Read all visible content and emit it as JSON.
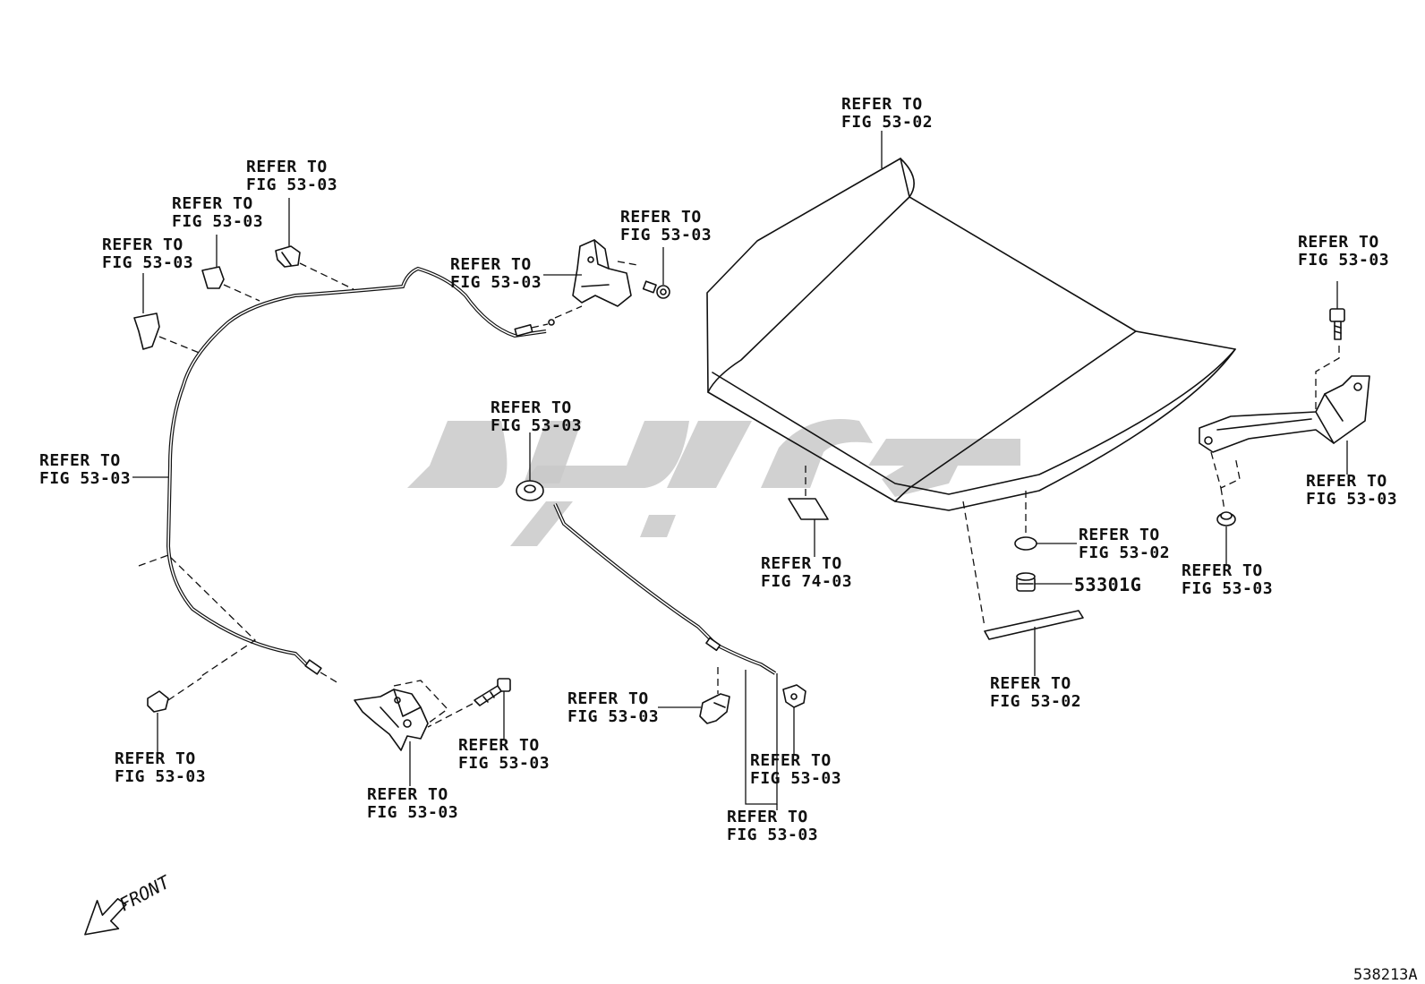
{
  "labels": [
    {
      "id": "hood-top",
      "l1": "REFER TO",
      "l2": "FIG 53-02"
    },
    {
      "id": "clip-a",
      "l1": "REFER TO",
      "l2": "FIG 53-03"
    },
    {
      "id": "clip-b",
      "l1": "REFER TO",
      "l2": "FIG 53-03"
    },
    {
      "id": "clip-c",
      "l1": "REFER TO",
      "l2": "FIG 53-03"
    },
    {
      "id": "bracket-top",
      "l1": "REFER TO",
      "l2": "FIG 53-03"
    },
    {
      "id": "bolt-top",
      "l1": "REFER TO",
      "l2": "FIG 53-03"
    },
    {
      "id": "cable-side",
      "l1": "REFER TO",
      "l2": "FIG 53-03"
    },
    {
      "id": "washer",
      "l1": "REFER TO",
      "l2": "FIG 53-03"
    },
    {
      "id": "clip-bottom",
      "l1": "REFER TO",
      "l2": "FIG 53-03"
    },
    {
      "id": "lock-bottom",
      "l1": "REFER TO",
      "l2": "FIG 53-03"
    },
    {
      "id": "bolt-bottom",
      "l1": "REFER TO",
      "l2": "FIG 53-03"
    },
    {
      "id": "holder-left",
      "l1": "REFER TO",
      "l2": "FIG 53-03"
    },
    {
      "id": "holder-right",
      "l1": "REFER TO",
      "l2": "FIG 53-03"
    },
    {
      "id": "rod-bottom",
      "l1": "REFER TO",
      "l2": "FIG 53-03"
    },
    {
      "id": "label-plate",
      "l1": "REFER TO",
      "l2": "FIG 74-03"
    },
    {
      "id": "seal",
      "l1": "REFER TO",
      "l2": "FIG 53-02"
    },
    {
      "id": "weatherstrip",
      "l1": "REFER TO",
      "l2": "FIG 53-02"
    },
    {
      "id": "bolt-right",
      "l1": "REFER TO",
      "l2": "FIG 53-03"
    },
    {
      "id": "hinge-right",
      "l1": "REFER TO",
      "l2": "FIG 53-03"
    },
    {
      "id": "cushion-right",
      "l1": "REFER TO",
      "l2": "FIG 53-03"
    }
  ],
  "part_number": "53301G",
  "front_label": "FRONT",
  "figure_id": "538213A"
}
